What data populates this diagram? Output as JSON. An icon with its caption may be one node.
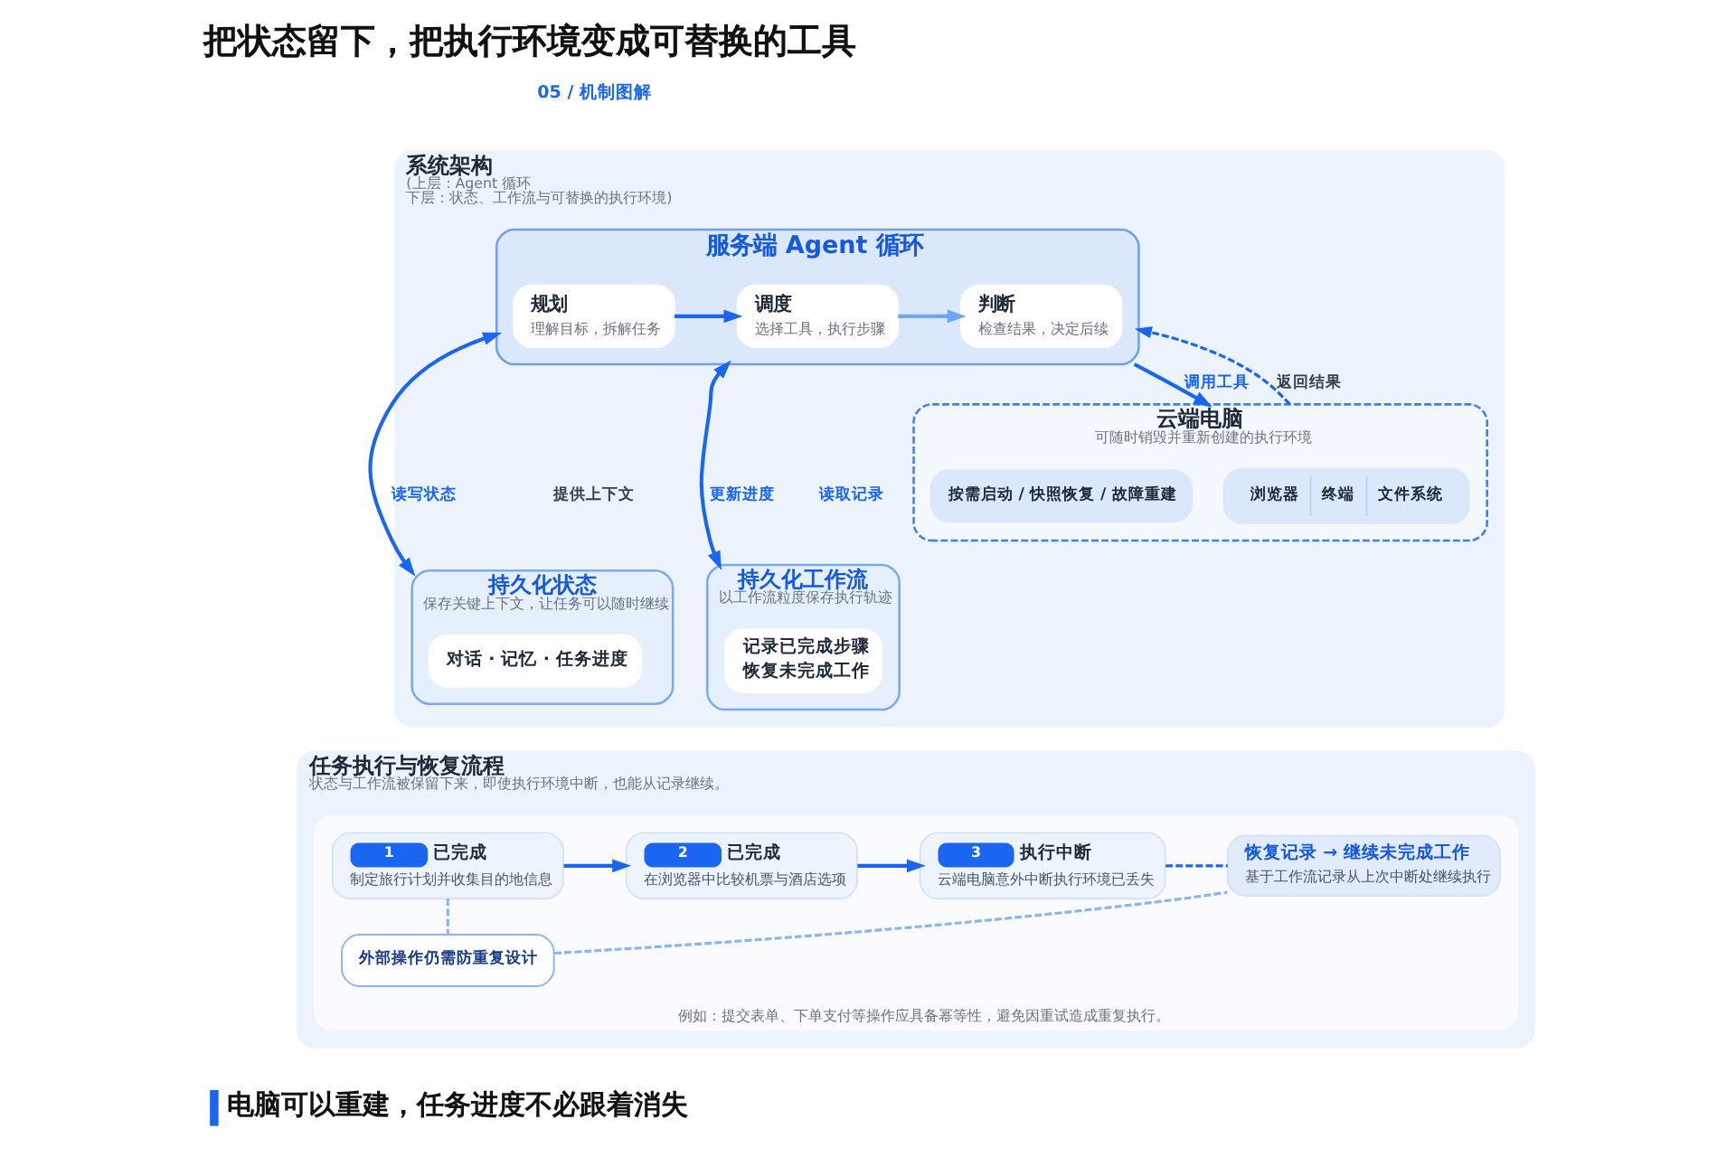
{
  "diagram": {
    "title": "把状态留下，把执行环境变成可替换的工具",
    "caption": "电脑可以重建，任务进度不必跟着消失",
    "nodes": [
      {
        "text": [
          "系统架构",
          "(上层：Agent 循环",
          "下层：状态、工作流与可替换的执行环境)"
        ]
      },
      {
        "text": [
          "服务端 Agent 循环"
        ],
        "in": 0
      },
      {
        "text": [
          "规划",
          "理解目标，拆解任务"
        ],
        "in": 1
      },
      {
        "text": [
          "调度",
          "选择工具，执行步骤"
        ],
        "in": 1
      },
      {
        "text": [
          "判断",
          "检查结果，决定后续"
        ],
        "in": 1
      },
      {
        "text": [
          "持久化状态",
          "保存关键上下文，让任务可以随时继续"
        ],
        "in": 0
      },
      {
        "text": [
          "对话 · 记忆 · 任务进度"
        ],
        "in": 5
      },
      {
        "text": [
          "持久化工作流",
          "以工作流粒度保存执行轨迹"
        ],
        "in": 0
      },
      {
        "text": [
          "记录已完成步骤",
          "恢复未完成工作"
        ],
        "in": 7
      },
      {
        "text": [
          "云端电脑",
          "可随时销毁并重新创建的执行环境"
        ],
        "in": 0
      },
      {
        "text": [
          "浏览器",
          "终端",
          "文件系统"
        ],
        "in": 9
      },
      {
        "text": [
          "按需启动 / 快照恢复 / 故障重建"
        ],
        "in": 9
      },
      {
        "text": [
          "任务执行与恢复流程",
          "状态与工作流被保留下来，即使执行环境中断，也能从记录继续。"
        ]
      },
      {
        "text": [
          "例如：提交表单、下单支付等操作应具备幂等性，避免因重试造成重复执行。"
        ],
        "in": 12
      },
      {
        "text": [
          "1",
          "已完成",
          "制定旅行计划并收集目的地信息"
        ],
        "in": 13
      },
      {
        "text": [
          "2",
          "已完成",
          "在浏览器中比较机票与酒店选项"
        ],
        "in": 13
      },
      {
        "text": [
          "3",
          "执行中断",
          "云端电脑意外中断执行环境已丢失"
        ],
        "in": 13
      },
      {
        "text": [
          "恢复记录 → 继续未完成工作",
          "基于工作流记录从上次中断处继续执行"
        ],
        "in": 13
      },
      {
        "text": [
          "外部操作仍需防重复设计"
        ],
        "in": 13
      }
    ],
    "edges": [
      {
        "from": 2,
        "to": 3,
        "arrow": "to"
      },
      {
        "from": 3,
        "to": 4,
        "arrow": "to",
        "color": "#6ea6f5"
      },
      {
        "from": 1,
        "to": 5,
        "arrow": "both",
        "label": "读写状态"
      },
      {
        "from": 1,
        "to": 7,
        "arrow": "both",
        "label": "更新进度"
      },
      {
        "from": 1,
        "to": 9,
        "arrow": "to",
        "label": "调用工具"
      },
      {
        "from": 9,
        "to": 1,
        "arrow": "to",
        "label": "返回结果",
        "style": "dashed"
      },
      {
        "from": 14,
        "to": 15,
        "arrow": "to"
      },
      {
        "from": 15,
        "to": 16,
        "arrow": "to"
      },
      {
        "from": 16,
        "to": 17,
        "arrow": "none",
        "style": "dashed"
      },
      {
        "from": 14,
        "to": 18,
        "arrow": "none",
        "style": "dashed",
        "color": "#8db4f2"
      },
      {
        "from": 18,
        "to": 17,
        "arrow": "none",
        "style": "dashed",
        "color": "#8db4f2"
      }
    ],
    "labels": [
      "05 / 机制图解",
      "提供上下文",
      "读取记录"
    ]
  }
}
